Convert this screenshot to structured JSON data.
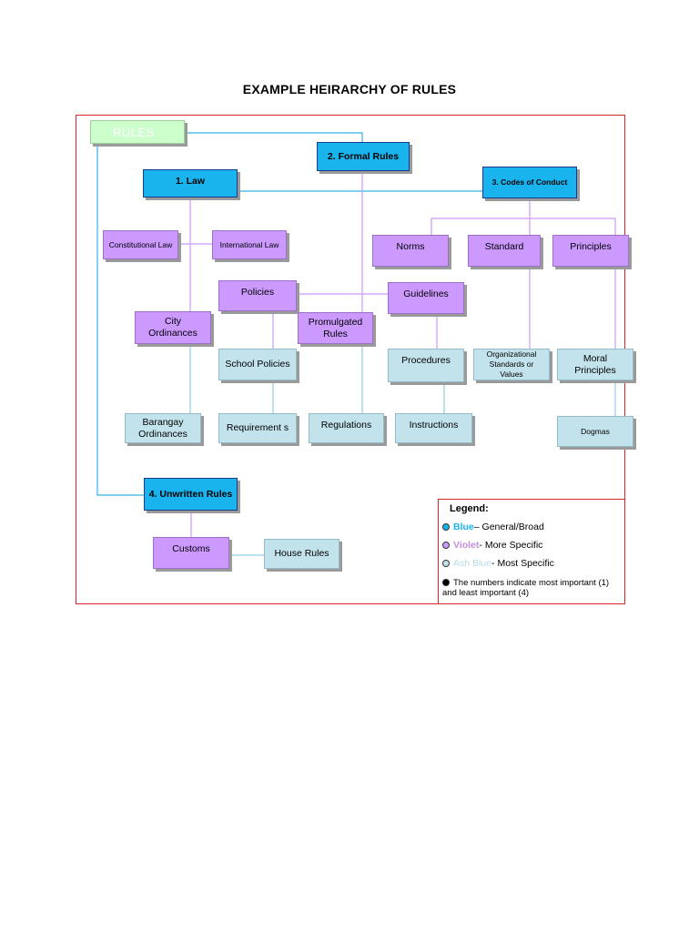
{
  "title": "EXAMPLE HEIRARCHY OF RULES",
  "nodes": {
    "rules": "RULES",
    "formal_rules": "2. Formal Rules",
    "law": "1.  Law",
    "codes_of_conduct": "3. Codes of Conduct",
    "constitutional_law": "Constitutional Law",
    "international_law": "International Law",
    "norms": "Norms",
    "standard": "Standard",
    "principles": "Principles",
    "policies": "Policies",
    "guidelines": "Guidelines",
    "city_ordinances": "City Ordinances",
    "promulgated_rules": "Promulgated Rules",
    "school_policies": "School Policies",
    "procedures": "Procedures",
    "organizational_standards": "Organizational Standards or Values",
    "moral_principles": "Moral Principles",
    "barangay_ordinances": "Barangay Ordinances",
    "requirements": "Requirement s",
    "regulations": "Regulations",
    "instructions": "Instructions",
    "dogmas": "Dogmas",
    "unwritten_rules": "4. Unwritten Rules",
    "customs": "Customs",
    "house_rules": "House Rules"
  },
  "legend": {
    "title": "Legend:",
    "blue_label": "Blue",
    "blue_desc": " – General/Broad",
    "violet_label": "Violet",
    "violet_desc": " - More Specific",
    "ash_label": "Ash Blue",
    "ash_desc": " -  Most Specific",
    "note": "The numbers indicate most important (1) and least important (4)"
  },
  "colors": {
    "general": "#19b3ee",
    "more_specific": "#cc99ff",
    "most_specific": "#c3e3ec",
    "frame": "#d9262c",
    "connector_blue": "#33b5e5",
    "connector_violet": "#cc99ff",
    "connector_ash": "#8ecfe0"
  }
}
